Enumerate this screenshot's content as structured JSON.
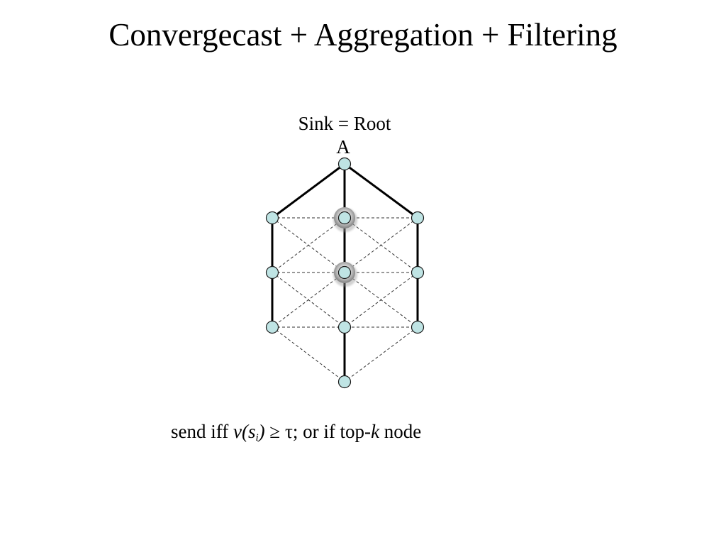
{
  "title": "Convergecast + Aggregation + Filtering",
  "diagram": {
    "sink_label": "Sink = Root",
    "root_label": "A",
    "colors": {
      "node_fill": "#bfe4e4",
      "node_stroke": "#1a1a1a",
      "tree_edge": "#000000",
      "mesh_edge": "#333333",
      "highlight": "#cfcfcf"
    }
  },
  "caption": {
    "prefix": "send iff ",
    "func_open": "v(s",
    "func_sub": "i",
    "func_close": ")",
    "middle": " ≥ τ; or if top-",
    "k": "k",
    "suffix": " node"
  }
}
